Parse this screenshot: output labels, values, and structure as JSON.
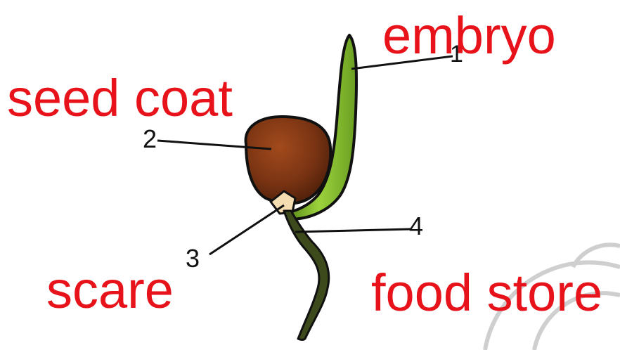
{
  "labels": {
    "embryo": "embryo",
    "seed_coat": "seed coat",
    "scare": "scare",
    "food_store": "food store"
  },
  "numbers": {
    "one": "1",
    "two": "2",
    "three": "3",
    "four": "4"
  },
  "colors": {
    "label_red": "#e8121a",
    "seed_brown": "#7a3413",
    "shoot_green": "#7fb62c",
    "root_dark": "#3c4a1c",
    "outline": "#111111"
  }
}
